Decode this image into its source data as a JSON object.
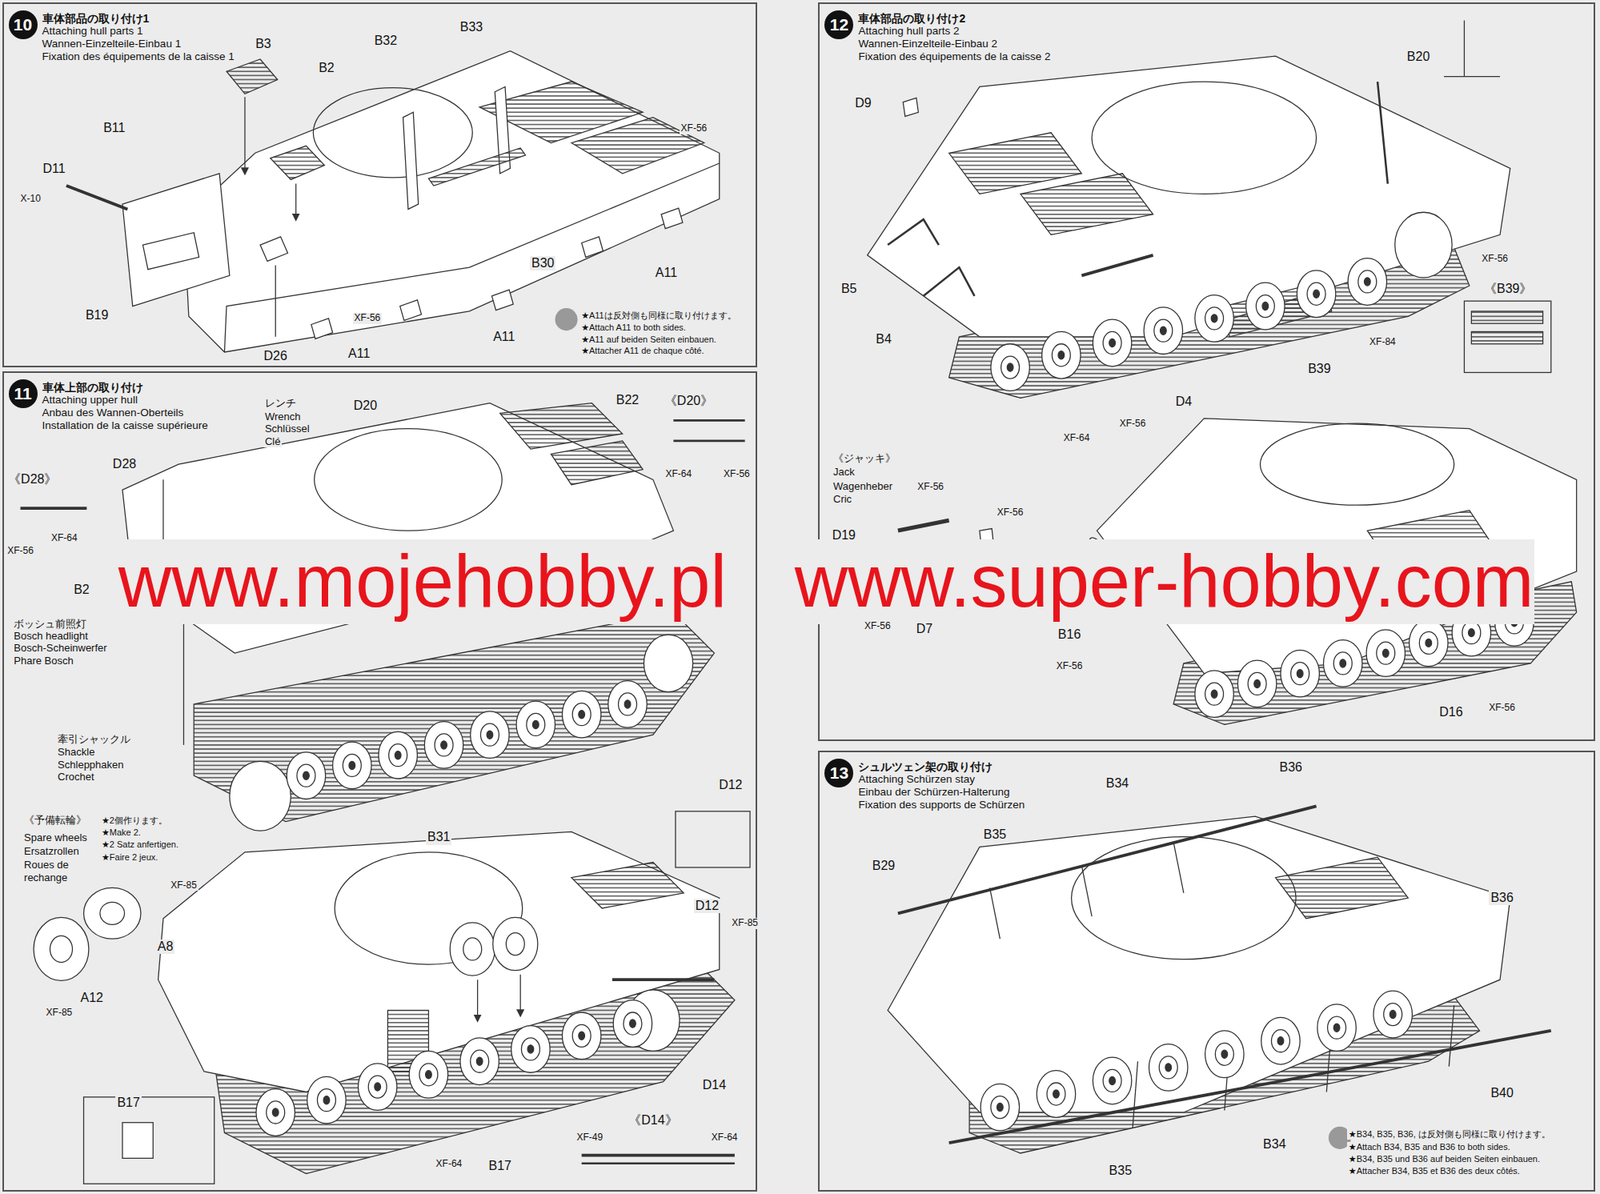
{
  "diagram": {
    "nodes": [
      {
        "text": [
          "車体部品の取り付け1",
          "Attaching hull parts 1",
          "Wannen-Einzelteile-Einbau 1",
          "Fixation des équipements de la caisse 1"
        ]
      },
      {
        "text": [
          "10"
        ],
        "in": 0
      },
      {
        "text": [
          "車体上部の取り付け",
          "Attaching upper hull",
          "Anbau des Wannen-Oberteils",
          "Installation de la caisse supérieure"
        ]
      },
      {
        "text": [
          "11"
        ],
        "in": 2
      },
      {
        "text": [
          "車体部品の取り付け2",
          "Attaching hull parts 2",
          "Wannen-Einzelteile-Einbau 2",
          "Fixation des équipements de la caisse 2"
        ]
      },
      {
        "text": [
          "12"
        ],
        "in": 4
      },
      {
        "text": [
          "シュルツェン架の取り付け",
          "Attaching Schürzen stay",
          "Einbau der Schürzen-Halterung",
          "Fixation des supports de Schürzen"
        ]
      },
      {
        "text": [
          "13"
        ],
        "in": 6
      }
    ],
    "labels": [
      "B3",
      "B32",
      "B33",
      "B2",
      "B11",
      "D11",
      "X-10",
      "XF-56",
      "B30",
      "A11",
      "B19",
      "XF-56",
      "D26",
      "A11",
      "A11",
      "★A11は反対側も同様に取り付けます。",
      "★Attach A11 to both sides.",
      "★A11 auf beiden Seiten einbauen.",
      "★Attacher A11 de chaque côté.",
      "レンチ",
      "Wrench",
      "Schlüssel",
      "Clé",
      "D20",
      "B22",
      "《D20》",
      "XF-64",
      "XF-56",
      "D28",
      "《D28》",
      "XF-56",
      "XF-64",
      "B2",
      "www.mojehobby.pl",
      "www.super-hobby.com",
      "ボッシュ前照灯",
      "Bosch headlight",
      "Bosch-Scheinwerfer",
      "Phare Bosch",
      "牽引シャックル",
      "Shackle",
      "Schlepphaken",
      "Crochet",
      "《予備転輪》",
      "★2個作ります。",
      "Spare wheels",
      "★Make 2.",
      "Ersatzrollen",
      "★2 Satz anfertigen.",
      "Roues de",
      "★Faire 2 jeux.",
      "rechange",
      "XF-85",
      "A8",
      "A12",
      "XF-85",
      "B31",
      "D12",
      "D12",
      "XF-85",
      "D14",
      "B17",
      "XF-64",
      "B17",
      "《D14》",
      "XF-49",
      "XF-64",
      "B20",
      "D9",
      "XF-56",
      "《B39》",
      "B5",
      "B4",
      "XF-84",
      "B39",
      "D4",
      "XF-64",
      "XF-56",
      "《ジャッキ》",
      "Jack",
      "Wagenheber",
      "Cric",
      "XF-56",
      "XF-56",
      "D19",
      "D7",
      "XF-56",
      "B16",
      "XF-56",
      "D16",
      "XF-56",
      "B36",
      "B34",
      "B35",
      "B29",
      "B36",
      "B40",
      "B34",
      "B35",
      "★B34, B35, B36, は反対側も同様に取り付けます。",
      "★Attach B34, B35 and B36 to both sides.",
      "★B34, B35 und B36 auf beiden Seiten einbauen.",
      "★Attacher B34, B35 et B36 des deux côtés."
    ]
  }
}
